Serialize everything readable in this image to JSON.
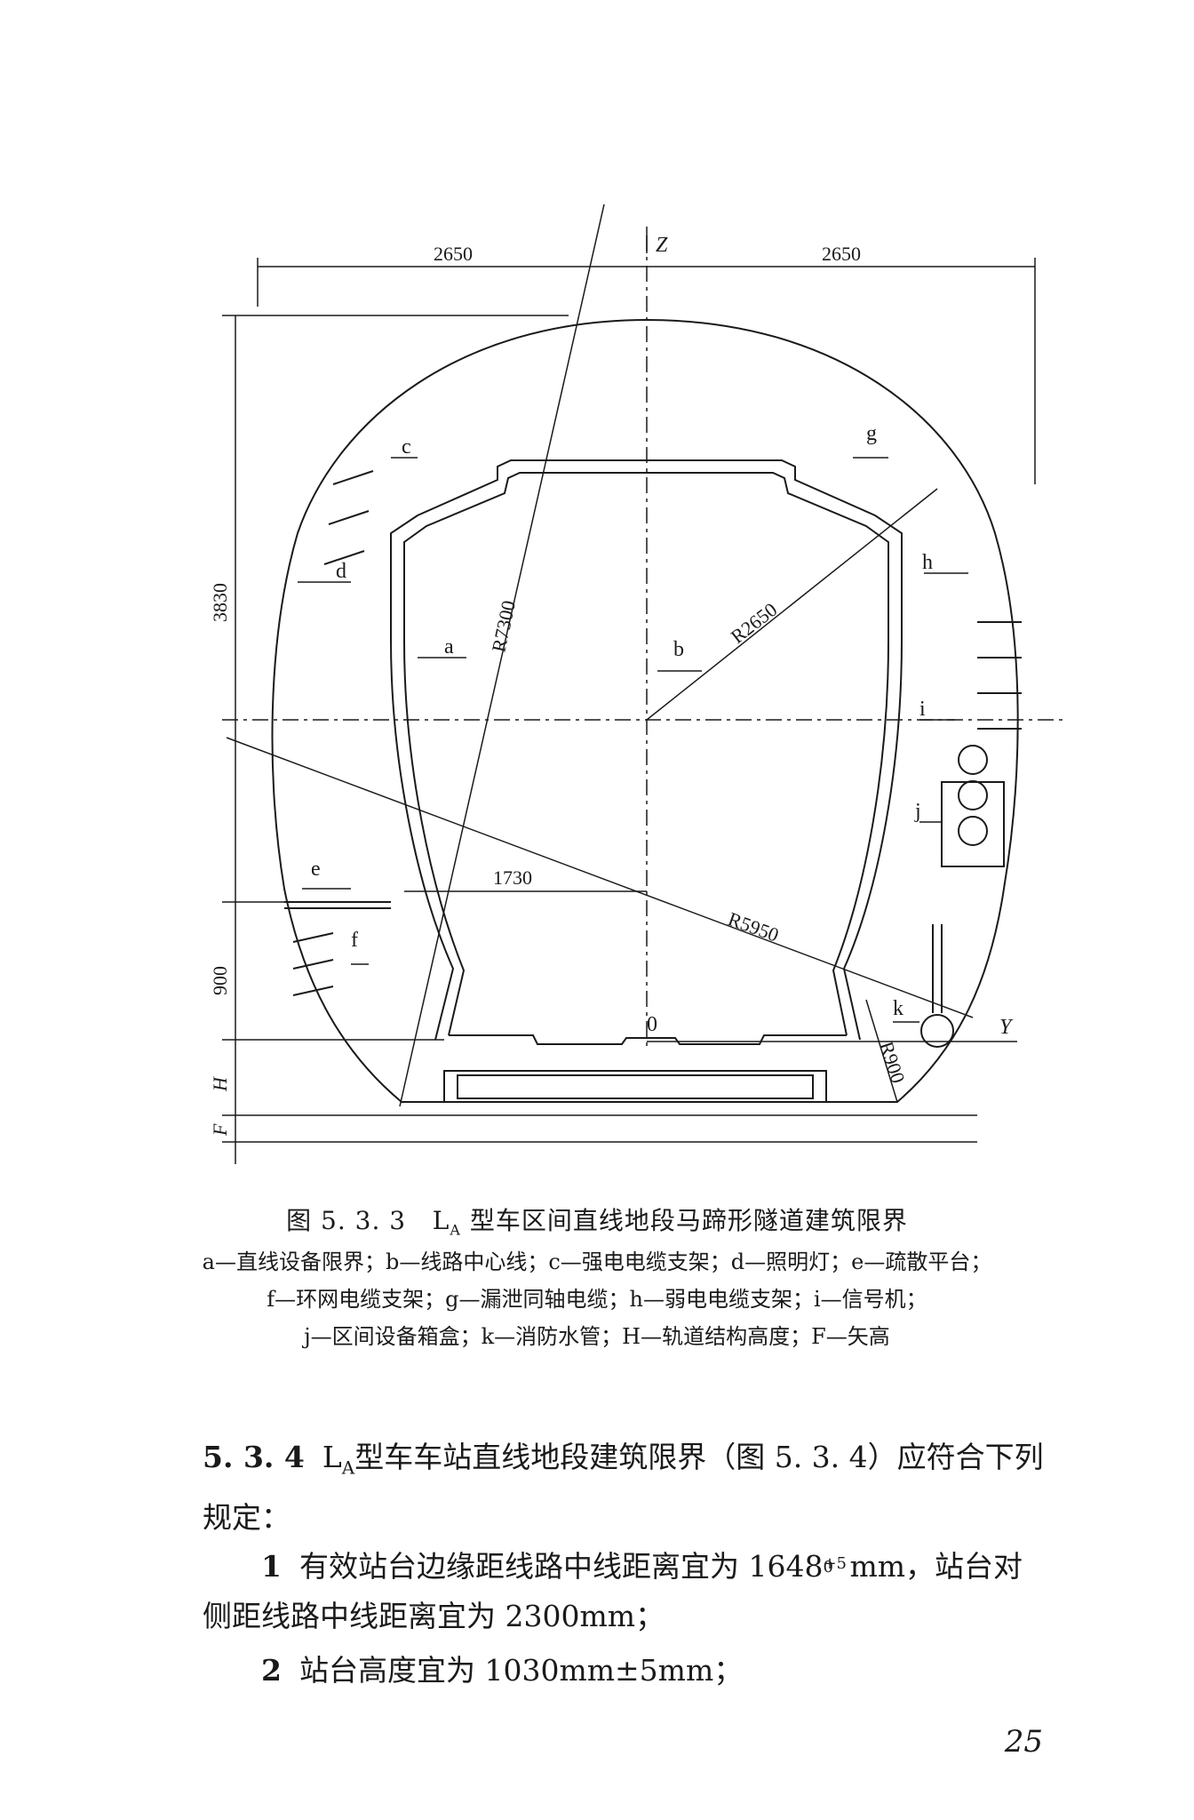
{
  "figure": {
    "dimensions": {
      "half_width_left": "2650",
      "half_width_right": "2650",
      "height_upper": "3830",
      "height_lower": "900",
      "track_height": "H",
      "rise": "F",
      "platform_offset": "1730"
    },
    "radii": {
      "r_large": "R7300",
      "r_crown": "R2650",
      "r_side": "R5950",
      "r_corner": "R900"
    },
    "axes": {
      "z": "Z",
      "y": "Y",
      "origin": "0"
    },
    "component_labels": [
      "a",
      "b",
      "c",
      "d",
      "e",
      "f",
      "g",
      "h",
      "i",
      "j",
      "k"
    ]
  },
  "caption": {
    "title_prefix": "图 5. 3. 3",
    "title_la_main": "L",
    "title_la_sub": "A",
    "title_rest": "型车区间直线地段马蹄形隧道建筑限界",
    "legend_line1": "a—直线设备限界；b—线路中心线；c—强电电缆支架；d—照明灯；e—疏散平台；",
    "legend_line2": "f—环网电缆支架；g—漏泄同轴电缆；h—弱电电缆支架；i—信号机；",
    "legend_line3": "j—区间设备箱盒；k—消防水管；H—轨道结构高度；F—矢高"
  },
  "section": {
    "number": "5. 3. 4",
    "la_main": "L",
    "la_sub": "A",
    "text_line1": "型车车站直线地段建筑限界（图 5. 3. 4）应符合下列",
    "text_line2": "规定：",
    "items": [
      {
        "num": "1",
        "text_a": "有效站台边缘距线路中线距离宜为 1648",
        "sup": "+5",
        "sub": "0",
        "text_b": "mm，站台对",
        "text_c": "侧距线路中线距离宜为 2300mm；"
      },
      {
        "num": "2",
        "text": "站台高度宜为 1030mm±5mm；"
      }
    ]
  },
  "page_number": "25"
}
